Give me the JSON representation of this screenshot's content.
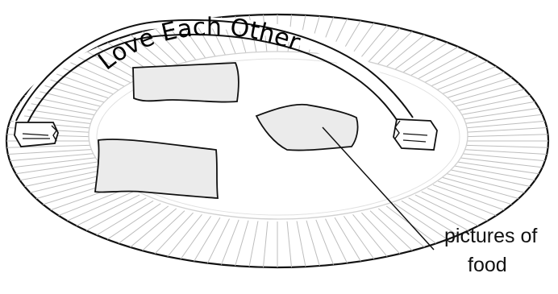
{
  "banner": {
    "text": "Love Each Other"
  },
  "callout": {
    "line1": "pictures of",
    "line2": "food"
  },
  "colors": {
    "stroke": "#111111",
    "fill_picture": "#ebebeb",
    "background": "#ffffff"
  }
}
